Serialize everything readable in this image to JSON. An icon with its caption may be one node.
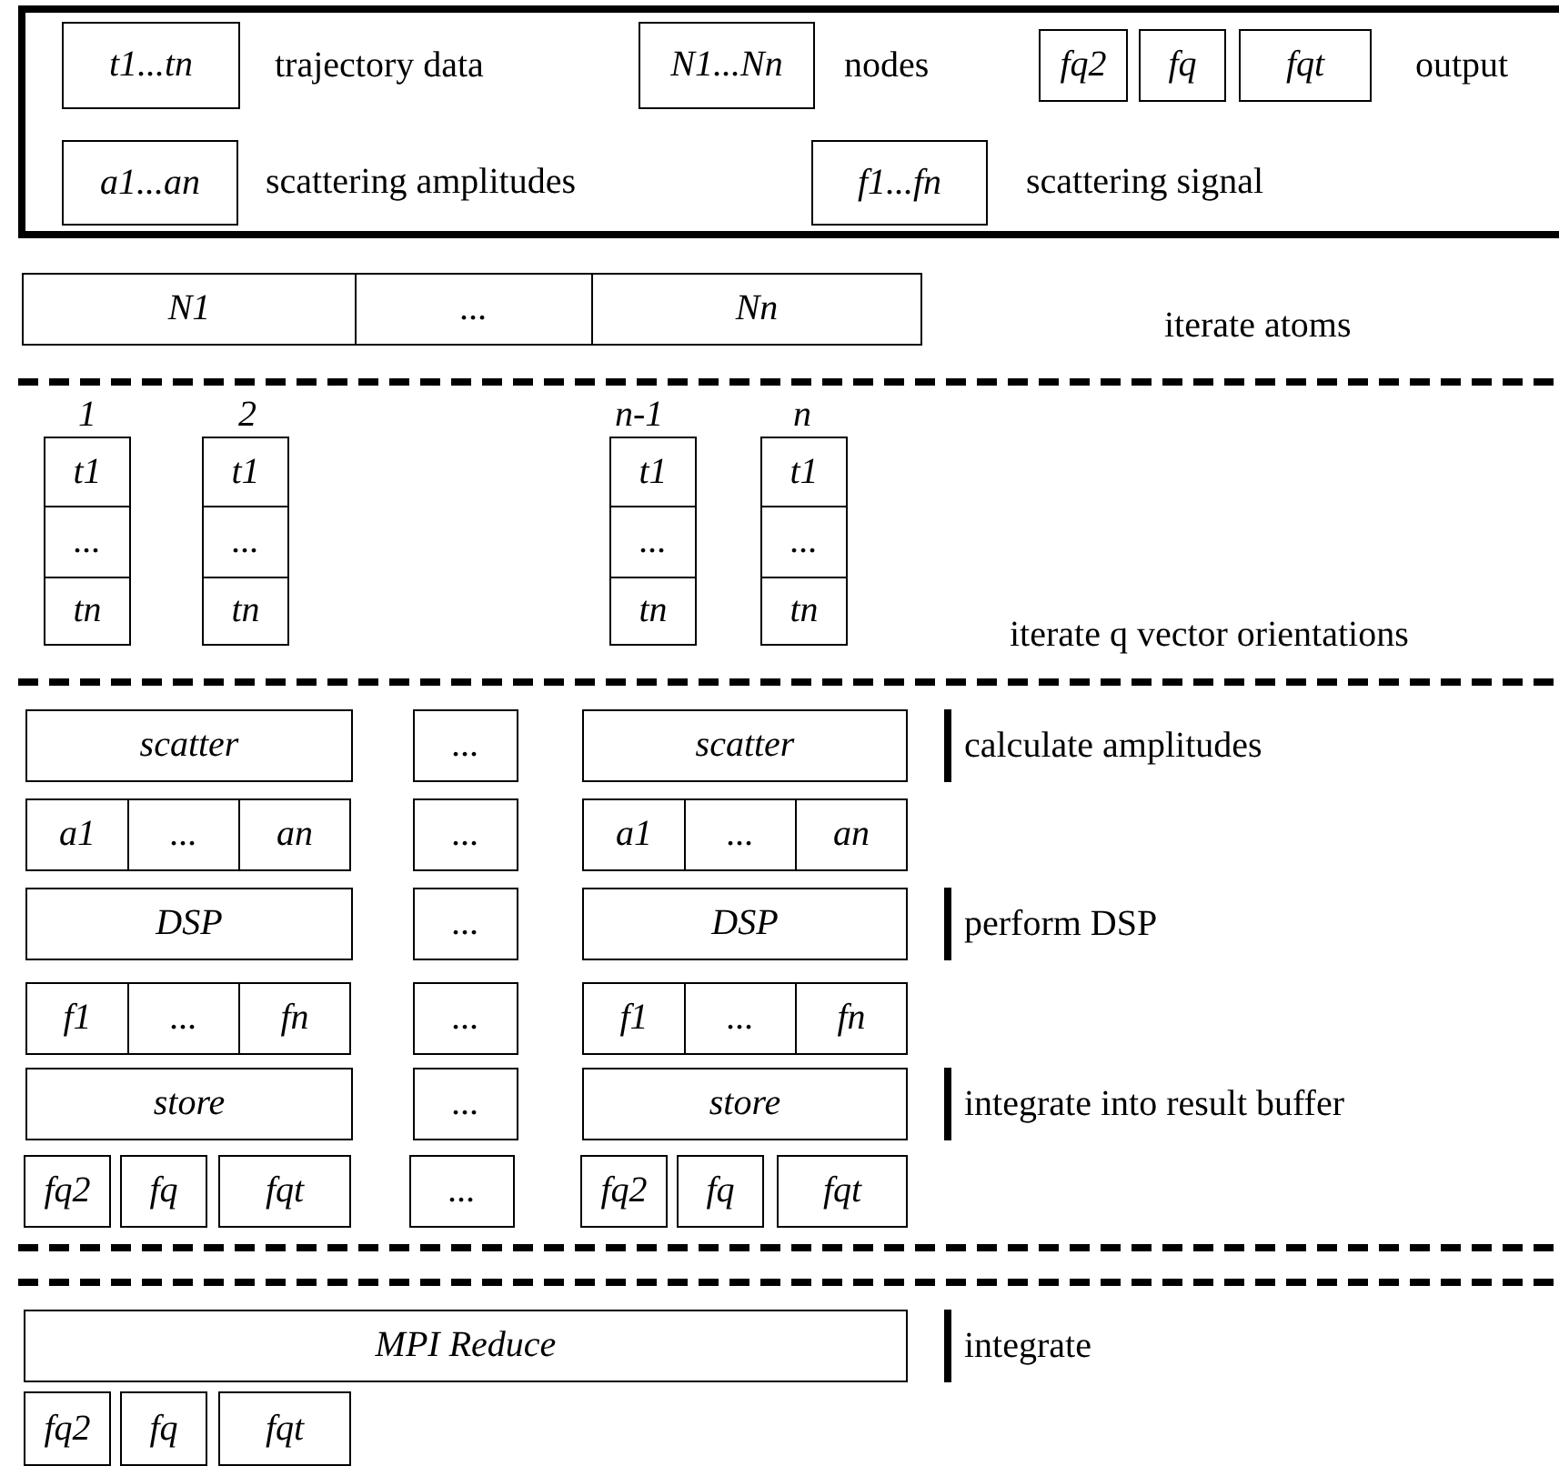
{
  "diagram": {
    "nodes": [
      {
        "text": [],
        "shape": "box"
      },
      {
        "text": [
          "t1...tn"
        ],
        "in": 0,
        "beside": [
          "trajectory data"
        ]
      },
      {
        "text": [
          "N1...Nn"
        ],
        "in": 0,
        "beside": [
          "nodes"
        ]
      },
      {
        "text": [
          "fq2"
        ],
        "in": 0
      },
      {
        "text": [
          "fq"
        ],
        "in": 0
      },
      {
        "text": [
          "fqt"
        ],
        "in": 0,
        "beside": [
          "output"
        ]
      },
      {
        "text": [
          "a1...an"
        ],
        "in": 0,
        "beside": [
          "scattering amplitudes"
        ]
      },
      {
        "text": [
          "f1...fn"
        ],
        "in": 0,
        "beside": [
          "scattering signal"
        ]
      },
      {
        "text": [
          "N1"
        ]
      },
      {
        "text": [
          "..."
        ]
      },
      {
        "text": [
          "Nn"
        ]
      },
      {
        "text": [
          "t1"
        ],
        "beside": [
          "1"
        ]
      },
      {
        "text": [
          "..."
        ]
      },
      {
        "text": [
          "tn"
        ]
      },
      {
        "text": [
          "t1"
        ],
        "beside": [
          "2"
        ]
      },
      {
        "text": [
          "..."
        ]
      },
      {
        "text": [
          "tn"
        ]
      },
      {
        "text": [
          "t1"
        ],
        "beside": [
          "n-1"
        ]
      },
      {
        "text": [
          "..."
        ]
      },
      {
        "text": [
          "tn"
        ]
      },
      {
        "text": [
          "t1"
        ],
        "beside": [
          "n"
        ]
      },
      {
        "text": [
          "..."
        ]
      },
      {
        "text": [
          "tn"
        ]
      },
      {
        "text": [
          "scatter"
        ]
      },
      {
        "text": [
          "..."
        ]
      },
      {
        "text": [
          "scatter"
        ]
      },
      {
        "text": [
          "a1"
        ]
      },
      {
        "text": [
          "..."
        ]
      },
      {
        "text": [
          "an"
        ]
      },
      {
        "text": [
          "..."
        ]
      },
      {
        "text": [
          "a1"
        ]
      },
      {
        "text": [
          "..."
        ]
      },
      {
        "text": [
          "an"
        ]
      },
      {
        "text": [
          "DSP"
        ]
      },
      {
        "text": [
          "..."
        ]
      },
      {
        "text": [
          "DSP"
        ]
      },
      {
        "text": [
          "f1"
        ]
      },
      {
        "text": [
          "..."
        ]
      },
      {
        "text": [
          "fn"
        ]
      },
      {
        "text": [
          "..."
        ]
      },
      {
        "text": [
          "f1"
        ]
      },
      {
        "text": [
          "..."
        ]
      },
      {
        "text": [
          "fn"
        ]
      },
      {
        "text": [
          "store"
        ]
      },
      {
        "text": [
          "..."
        ]
      },
      {
        "text": [
          "store"
        ]
      },
      {
        "text": [
          "fq2"
        ]
      },
      {
        "text": [
          "fq"
        ]
      },
      {
        "text": [
          "fqt"
        ]
      },
      {
        "text": [
          "..."
        ]
      },
      {
        "text": [
          "fq2"
        ]
      },
      {
        "text": [
          "fq"
        ]
      },
      {
        "text": [
          "fqt"
        ]
      },
      {
        "text": [
          "MPI Reduce"
        ]
      },
      {
        "text": [
          "fq2"
        ]
      },
      {
        "text": [
          "fq"
        ]
      },
      {
        "text": [
          "fqt"
        ]
      }
    ],
    "labels": [
      "iterate atoms",
      "iterate q vector orientations",
      "calculate amplitudes",
      "perform DSP",
      "integrate into result buffer",
      "integrate"
    ]
  }
}
